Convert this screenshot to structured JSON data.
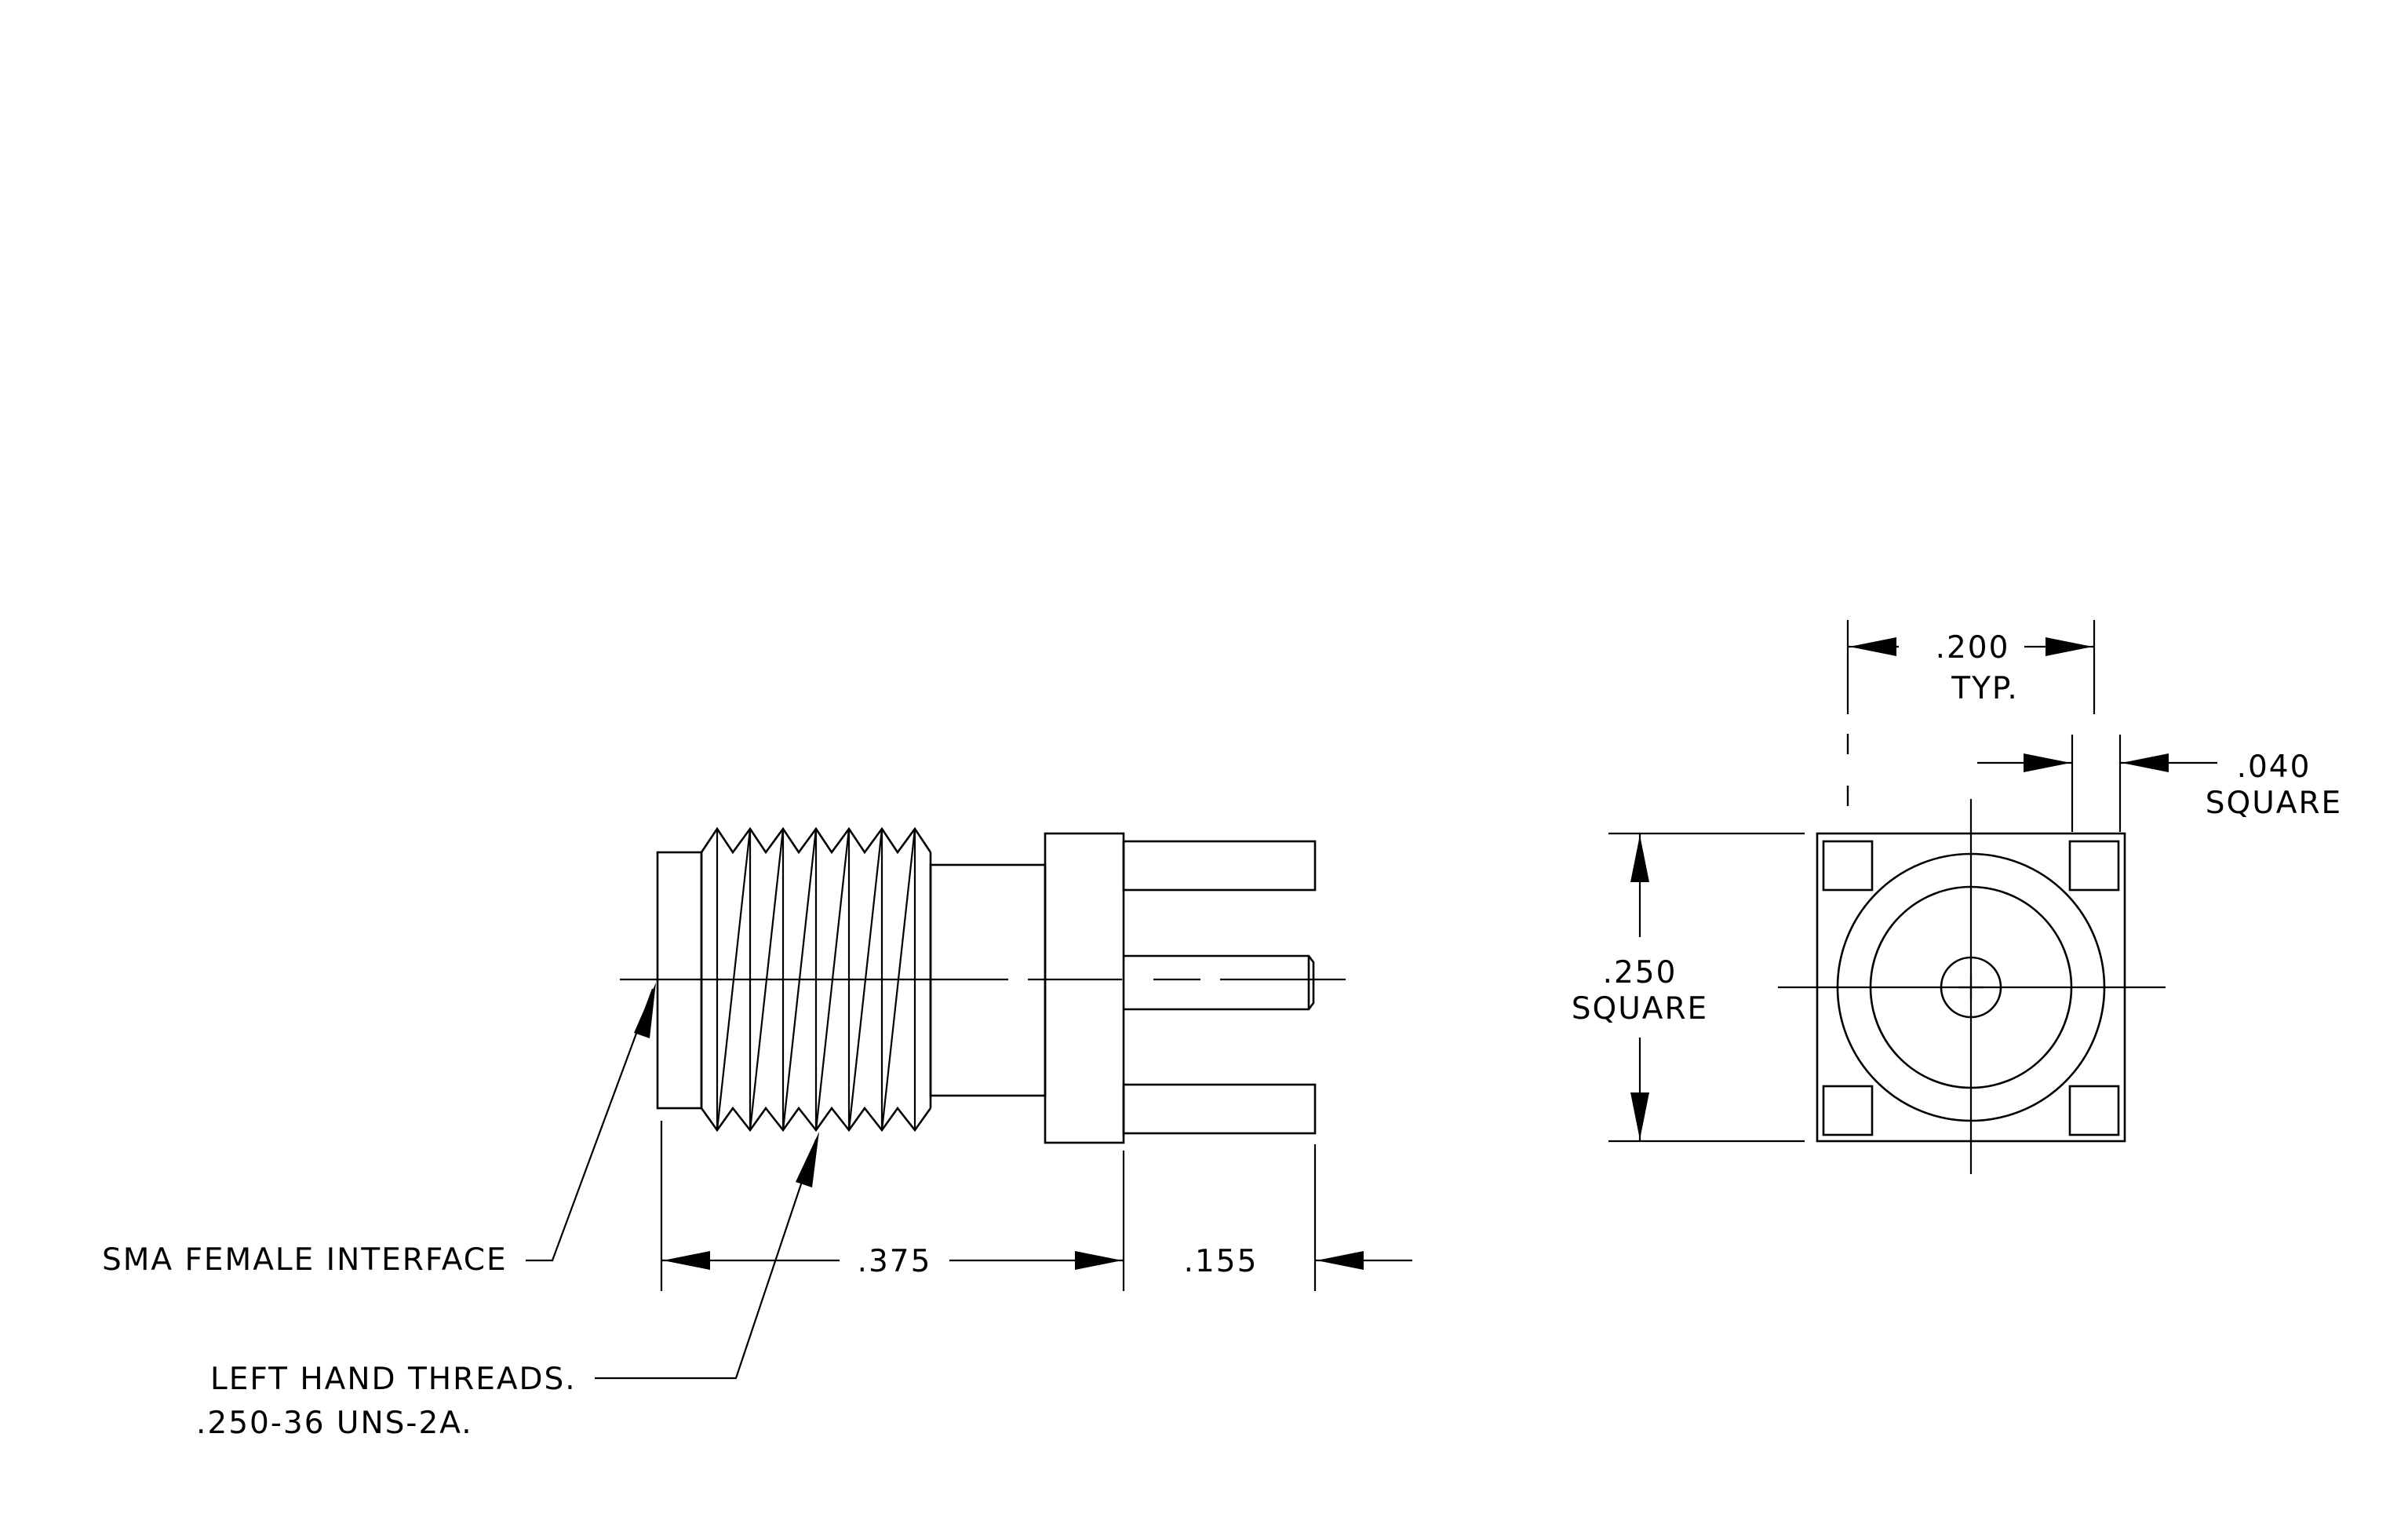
{
  "labels": {
    "interface": "SMA FEMALE INTERFACE",
    "threads_line1": "LEFT HAND THREADS.",
    "threads_line2": ".250-36 UNS-2A."
  },
  "dimensions": {
    "body_length": ".375",
    "pin_length": ".155",
    "pin_spacing": ".200",
    "pin_spacing_note": "TYP.",
    "pin_size": ".040",
    "pin_size_note": "SQUARE",
    "flange_size": ".250",
    "flange_size_note": "SQUARE"
  }
}
